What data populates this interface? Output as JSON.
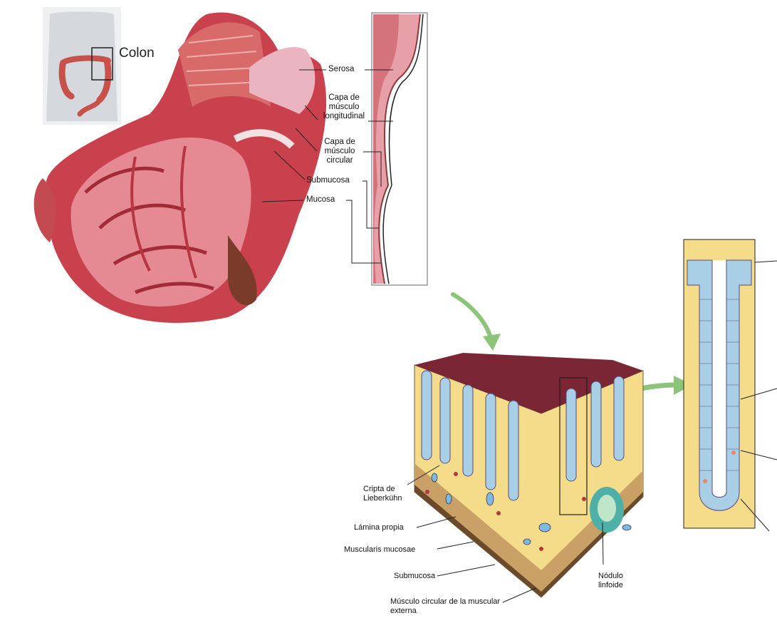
{
  "colon_anatomy": {
    "region_label": "Colon",
    "layers": [
      {
        "label": "Serosa"
      },
      {
        "label": "Capa de músculo longitudinal"
      },
      {
        "label": "Capa de músculo circular"
      },
      {
        "label": "Submucosa"
      },
      {
        "label": "Mucosa"
      }
    ]
  },
  "wall_section": {
    "labels": [
      {
        "label": "Cripta de Lieberkühn"
      },
      {
        "label": "Lámina propia"
      },
      {
        "label": "Muscularis mucosae"
      },
      {
        "label": "Submucosa"
      },
      {
        "label": "Músculo circular de la muscular externa"
      },
      {
        "label": "Nódulo linfoide"
      }
    ]
  },
  "colors": {
    "tissue_red": "#c9414d",
    "tissue_pink": "#e58a92",
    "muscle": "#d86a6a",
    "lamina_yellow": "#f4dc8a",
    "epithelium_blue": "#a9cfe6",
    "arrow_green": "#8cc47a"
  }
}
